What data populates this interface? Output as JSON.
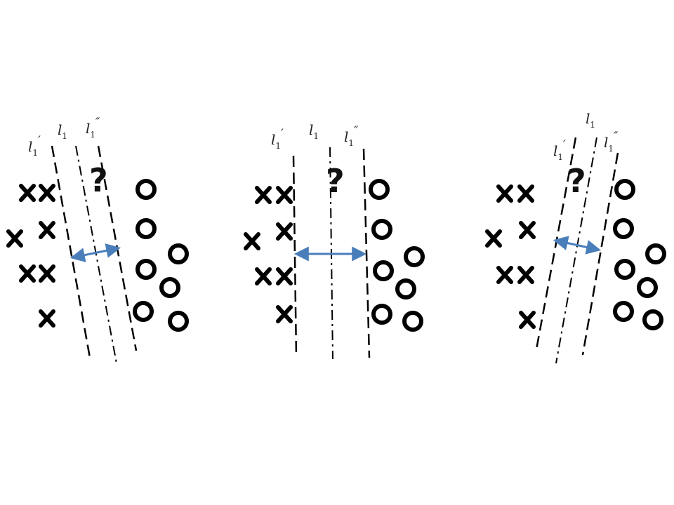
{
  "colors": {
    "marker": "#000000",
    "margin_arrow": "#4a7ebb",
    "text": "#222222"
  },
  "line_labels": {
    "left": "l",
    "center": "l",
    "right": "l",
    "subscript": "1",
    "left_prime": "′",
    "right_prime": "″"
  },
  "query_mark": "?",
  "panels": [
    {
      "id": "panel-1",
      "name": "narrow-margin-tilted-right"
    },
    {
      "id": "panel-2",
      "name": "wide-margin-vertical"
    },
    {
      "id": "panel-3",
      "name": "narrow-margin-tilted-left"
    }
  ],
  "markers": {
    "cross": "x-marker",
    "circle": "o-marker"
  }
}
